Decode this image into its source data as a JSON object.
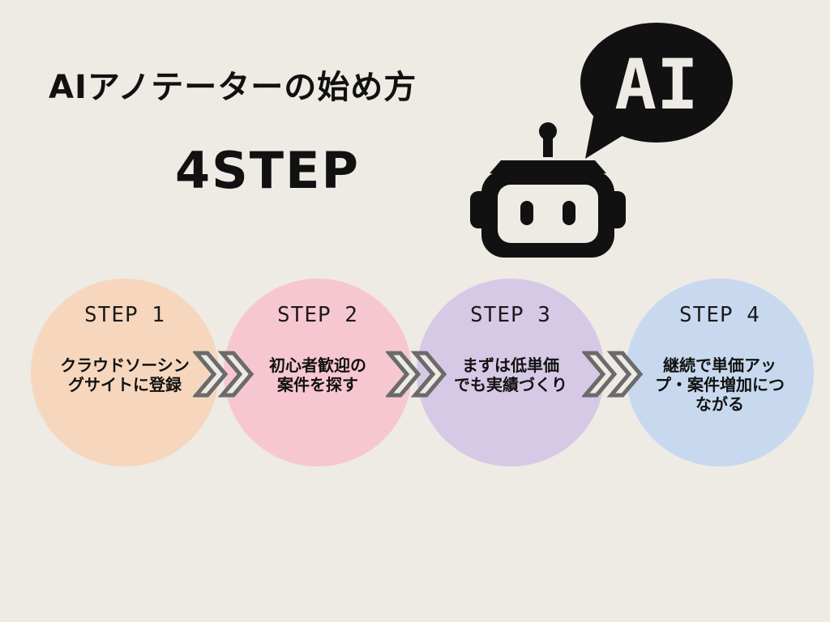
{
  "title": "AIアノテーターの始め方",
  "subtitle": "4STEP",
  "badge": {
    "text": "AI"
  },
  "icons": {
    "robot": "robot-icon",
    "speech_bubble": "speech-bubble-icon",
    "arrow": "double-chevron-right-icon"
  },
  "colors": {
    "background": "#eeeae4",
    "step1": "#f6d7bd",
    "step2": "#f7c7d1",
    "step3": "#d6c9e6",
    "step4": "#c8d9ef",
    "ink": "#111111",
    "arrow": "#6b6b6b"
  },
  "steps": [
    {
      "label": "STEP 1",
      "text": "クラウドソーシン\nグサイトに登録"
    },
    {
      "label": "STEP 2",
      "text": "初心者歓迎の\n案件を探す"
    },
    {
      "label": "STEP 3",
      "text": "まずは低単価\nでも実績づくり"
    },
    {
      "label": "STEP 4",
      "text": "継続で単価アッ\nプ・案件増加につ\nながる"
    }
  ]
}
